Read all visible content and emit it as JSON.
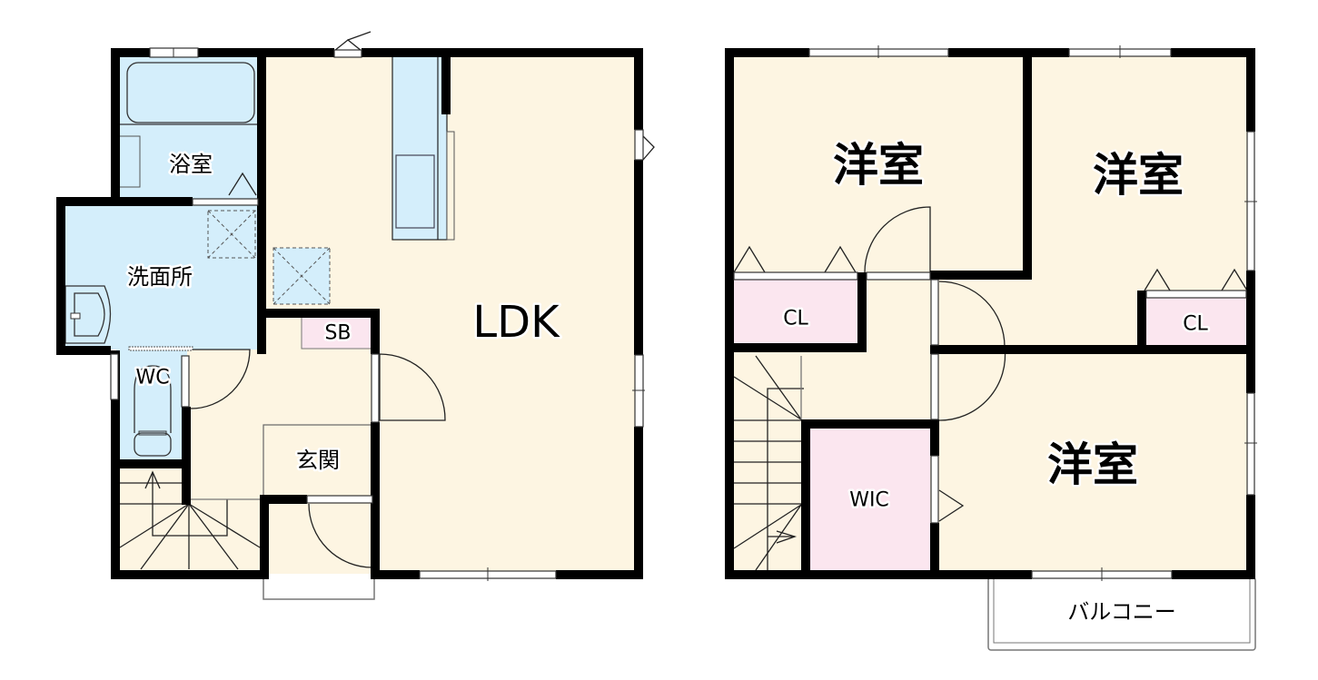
{
  "colors": {
    "floor": "#fdf5e2",
    "wet": "#d4eefb",
    "storage": "#fbe6ef",
    "wall": "#000000",
    "outline": "#777777"
  },
  "floor1": {
    "rooms": {
      "bath": "浴室",
      "washroom": "洗面所",
      "wc": "WC",
      "sb": "SB",
      "entrance": "玄関",
      "ldk": "LDK"
    }
  },
  "floor2": {
    "rooms": {
      "western1": "洋室",
      "western2": "洋室",
      "western3": "洋室",
      "closet1": "CL",
      "closet2": "CL",
      "wic": "WIC",
      "balcony": "バルコニー"
    }
  }
}
